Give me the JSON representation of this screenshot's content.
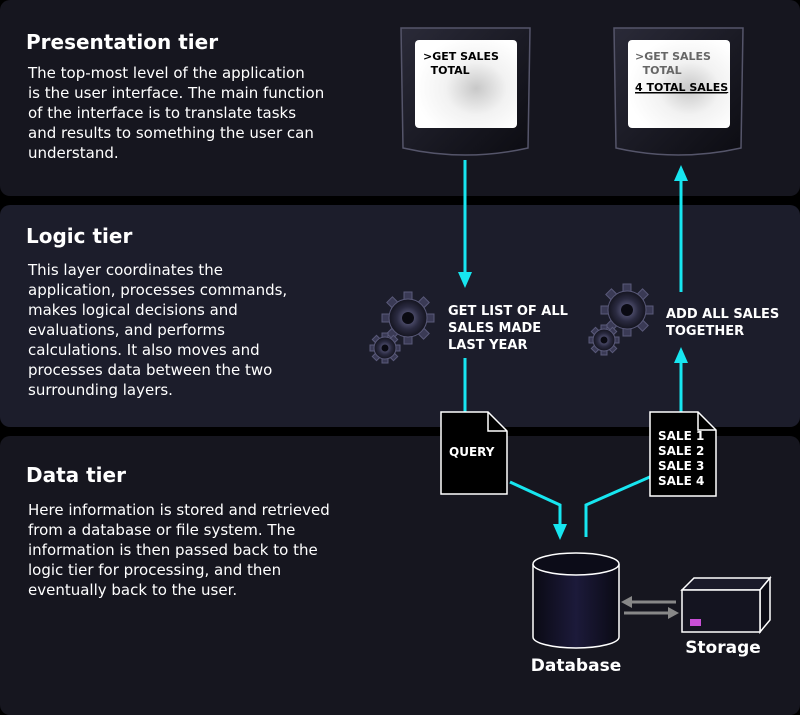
{
  "tiers": [
    {
      "title": "Presentation tier",
      "desc": [
        "The top-most level of the application",
        "is the user interface. The main function",
        "of the interface is to translate tasks",
        "and results to something the user can",
        "understand."
      ]
    },
    {
      "title": "Logic tier",
      "desc": [
        "This layer coordinates the",
        "application, processes commands,",
        "makes logical decisions and",
        "evaluations, and performs",
        "calculations.  It also moves and",
        "processes data between the two",
        "surrounding layers."
      ]
    },
    {
      "title": "Data tier",
      "desc": [
        "Here information is stored and retrieved",
        "from a database or file system.  The",
        "information is then passed back to the",
        "logic tier for processing, and then",
        "eventually back to the user."
      ]
    }
  ],
  "screens": {
    "left": {
      "lines": [
        ">GET SALES",
        "  TOTAL"
      ]
    },
    "right": {
      "lines": [
        ">GET SALES",
        "  TOTAL"
      ],
      "result": "4 TOTAL SALES"
    }
  },
  "logic_steps": {
    "left": [
      "GET LIST OF ALL",
      "SALES MADE",
      "LAST YEAR"
    ],
    "right": [
      "ADD ALL SALES",
      "TOGETHER"
    ]
  },
  "documents": {
    "query": "QUERY",
    "sales": [
      "SALE 1",
      "SALE 2",
      "SALE 3",
      "SALE 4"
    ]
  },
  "data_nodes": {
    "database": "Database",
    "storage": "Storage"
  },
  "colors": {
    "arrow": "#17e6f0",
    "storage_led": "#c84fd6",
    "grey_arrow": "#888888"
  }
}
